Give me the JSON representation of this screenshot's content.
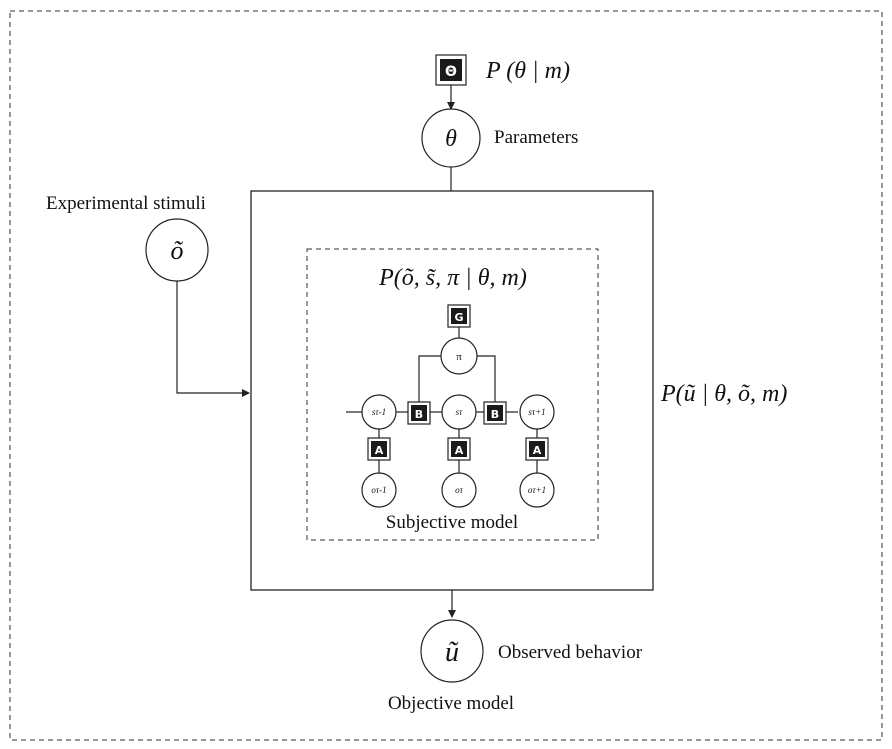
{
  "labels": {
    "prior": "P (θ | m)",
    "theta_symbol": "θ",
    "parameters": "Parameters",
    "experimental_stimuli": "Experimental stimuli",
    "stimuli_symbol": "õ",
    "joint_subjective": "P(õ, s̃, π | θ, m)",
    "likelihood": "P(ũ | θ, õ, m)",
    "subjective_model": "Subjective model",
    "behavior_symbol": "ũ",
    "observed_behavior": "Observed behavior",
    "objective_model": "Objective model"
  },
  "factors": {
    "Theta": "Θ",
    "G": "G",
    "B": "B",
    "A": "A"
  },
  "nodes": {
    "pi": "π",
    "s_prev": "sτ-1",
    "s_curr": "sτ",
    "s_next": "sτ+1",
    "o_prev": "oτ-1",
    "o_curr": "oτ",
    "o_next": "oτ+1"
  }
}
